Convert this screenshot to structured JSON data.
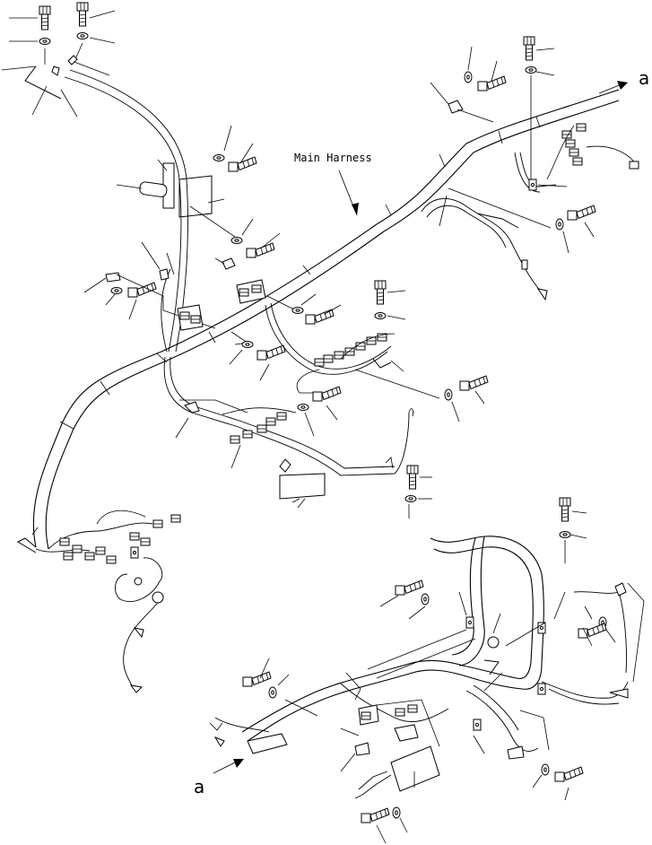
{
  "diagram": {
    "callouts": {
      "main_harness": "Main Harness",
      "connector_a_top": "a",
      "connector_a_bottom": "a"
    }
  }
}
